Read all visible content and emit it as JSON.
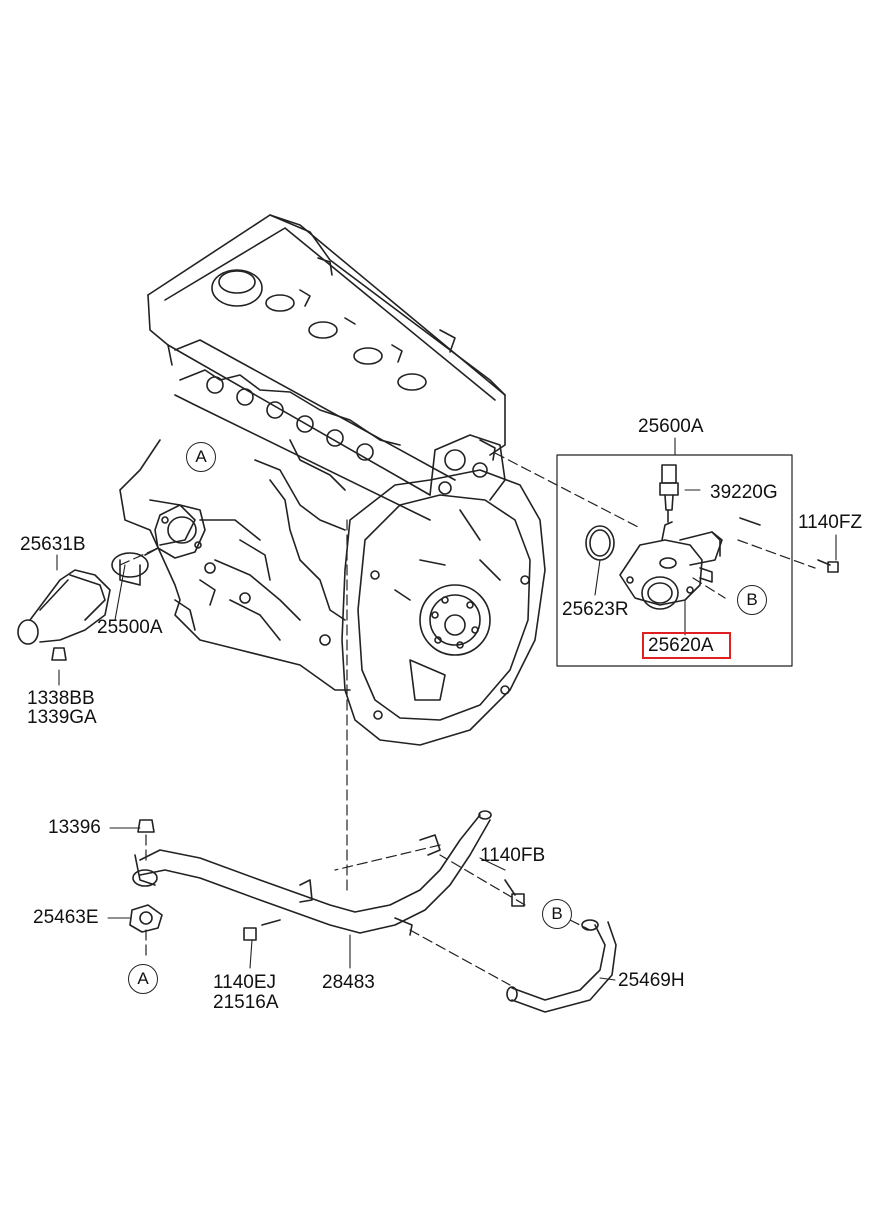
{
  "parts": {
    "p25600A": "25600A",
    "p39220G": "39220G",
    "p1140FZ": "1140FZ",
    "p25631B": "25631B",
    "p25500A": "25500A",
    "p25623R": "25623R",
    "p25620A": "25620A",
    "p1338BB": "1338BB",
    "p1339GA": "1339GA",
    "p13396": "13396",
    "p1140FB": "1140FB",
    "p25463E": "25463E",
    "p1140EJ": "1140EJ",
    "p21516A": "21516A",
    "p28483": "28483",
    "p25469H": "25469H"
  },
  "refs": {
    "A": "A",
    "B": "B"
  },
  "highlighted_part": "25620A",
  "colors": {
    "line": "#222222",
    "highlight": "#e02020",
    "background": "#ffffff"
  }
}
